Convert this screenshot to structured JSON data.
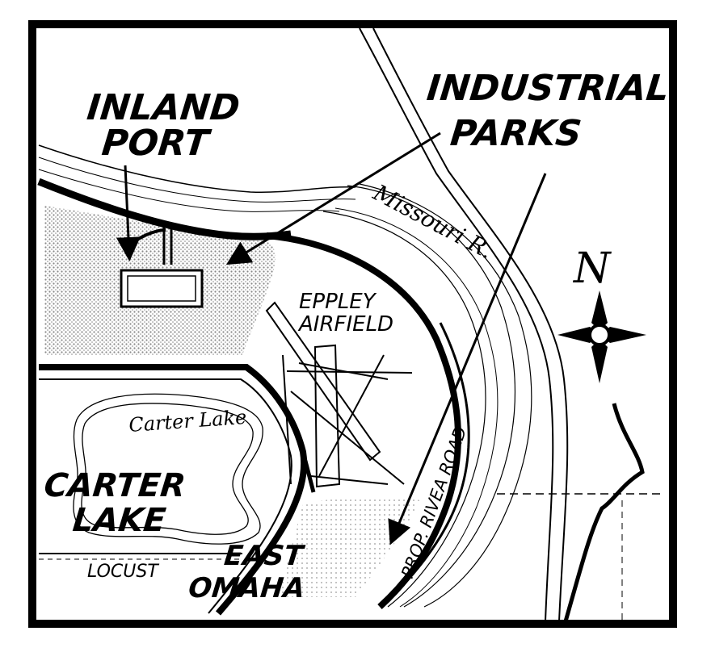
{
  "map": {
    "labels": {
      "inland_port_line1": "INLAND",
      "inland_port_line2": "PORT",
      "industrial_parks_line1": "INDUSTRIAL",
      "industrial_parks_line2": "PARKS",
      "river": "Missouri R.",
      "airfield_line1": "EPPLEY",
      "airfield_line2": "AIRFIELD",
      "carter_lake_water": "Carter Lake",
      "carter_lake_line1": "CARTER",
      "carter_lake_line2": "LAKE",
      "locust": "LOCUST",
      "east_omaha_line1": "EAST",
      "east_omaha_line2": "OMAHA",
      "road": "PROP. RIVEA ROAD",
      "north": "N"
    },
    "icons": {
      "compass": "compass-rose-icon"
    },
    "colors": {
      "ink": "#000000",
      "paper": "#ffffff",
      "stipple": "#9a9a9a"
    }
  }
}
